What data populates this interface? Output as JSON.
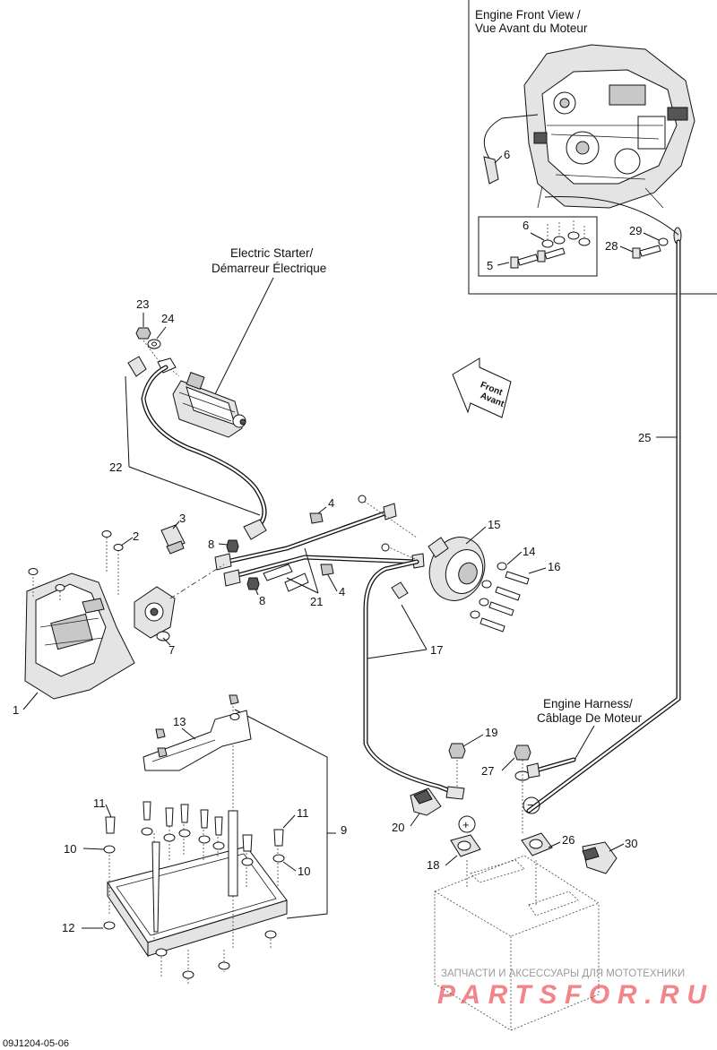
{
  "diagram_id": "09J1204-05-06",
  "titles": {
    "engine_front_view_line1": "Engine Front View /",
    "engine_front_view_line2": "Vue Avant du Moteur",
    "electric_starter_line1": "Electric Starter/",
    "electric_starter_line2": "Démarreur Électrique",
    "engine_harness_line1": "Engine Harness/",
    "engine_harness_line2": "Câblage De Moteur"
  },
  "front_arrow": {
    "line1": "Front",
    "line2": "Avant"
  },
  "battery_terminals": {
    "positive": "+",
    "negative": "−"
  },
  "watermark": {
    "line1": "ЗАПЧАСТИ И АКСЕССУАРЫ ДЛЯ МОТОТЕХНИКИ",
    "brand": "PARTSFOR.RU"
  },
  "callouts": {
    "c1": "1",
    "c2": "2",
    "c3": "3",
    "c4a": "4",
    "c4b": "4",
    "c5": "5",
    "c6a": "6",
    "c6b": "6",
    "c7": "7",
    "c8a": "8",
    "c8b": "8",
    "c9": "9",
    "c10a": "10",
    "c10b": "10",
    "c11a": "11",
    "c11b": "11",
    "c12": "12",
    "c13": "13",
    "c14": "14",
    "c15": "15",
    "c16": "16",
    "c17": "17",
    "c18": "18",
    "c19": "19",
    "c20": "20",
    "c21": "21",
    "c22": "22",
    "c23": "23",
    "c24": "24",
    "c25": "25",
    "c26": "26",
    "c27": "27",
    "c28": "28",
    "c29": "29",
    "c30": "30"
  },
  "colors": {
    "line": "#111111",
    "watermark_red": "#e8212c",
    "watermark_gray": "#9a9a9a"
  }
}
